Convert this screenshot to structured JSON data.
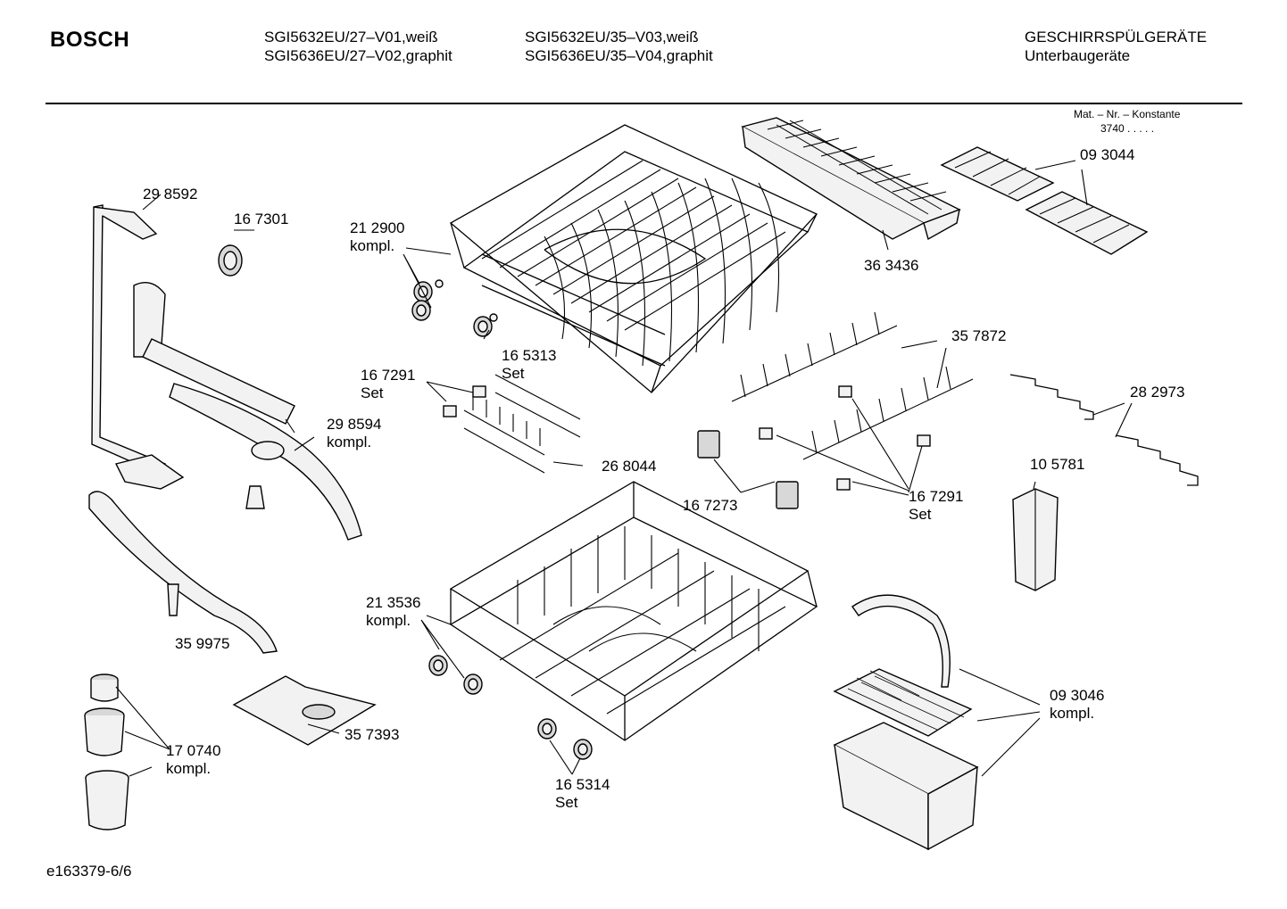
{
  "header": {
    "brand": "BOSCH",
    "models_col1": [
      "SGI5632EU/27–V01,weiß",
      "SGI5636EU/27–V02,graphit"
    ],
    "models_col2": [
      "SGI5632EU/35–V03,weiß",
      "SGI5636EU/35–V04,graphit"
    ],
    "category": "GESCHIRRSPÜLGERÄTE",
    "subcategory": "Unterbaugeräte",
    "mat_label": "Mat. – Nr. – Konstante",
    "mat_value": "3740  .  .  .  .  ."
  },
  "footer": {
    "drawing_id": "e163379-6/6"
  },
  "labels": {
    "p298592": "29 8592",
    "p167301": "16 7301",
    "p212900": "21 2900",
    "p212900_sub": "kompl.",
    "p363436": "36 3436",
    "p093044": "09 3044",
    "p165313": "16 5313",
    "p165313_sub": "Set",
    "p167291a": "16 7291",
    "p167291a_sub": "Set",
    "p357872": "35 7872",
    "p282973": "28 2973",
    "p298594": "29 8594",
    "p298594_sub": "kompl.",
    "p268044": "26 8044",
    "p105781": "10 5781",
    "p167273": "16 7273",
    "p167291b": "16 7291",
    "p167291b_sub": "Set",
    "p213536": "21 3536",
    "p213536_sub": "kompl.",
    "p359975": "35 9975",
    "p093046": "09 3046",
    "p093046_sub": "kompl.",
    "p357393": "35 7393",
    "p170740": "17 0740",
    "p170740_sub": "kompl.",
    "p165314": "16 5314",
    "p165314_sub": "Set"
  }
}
